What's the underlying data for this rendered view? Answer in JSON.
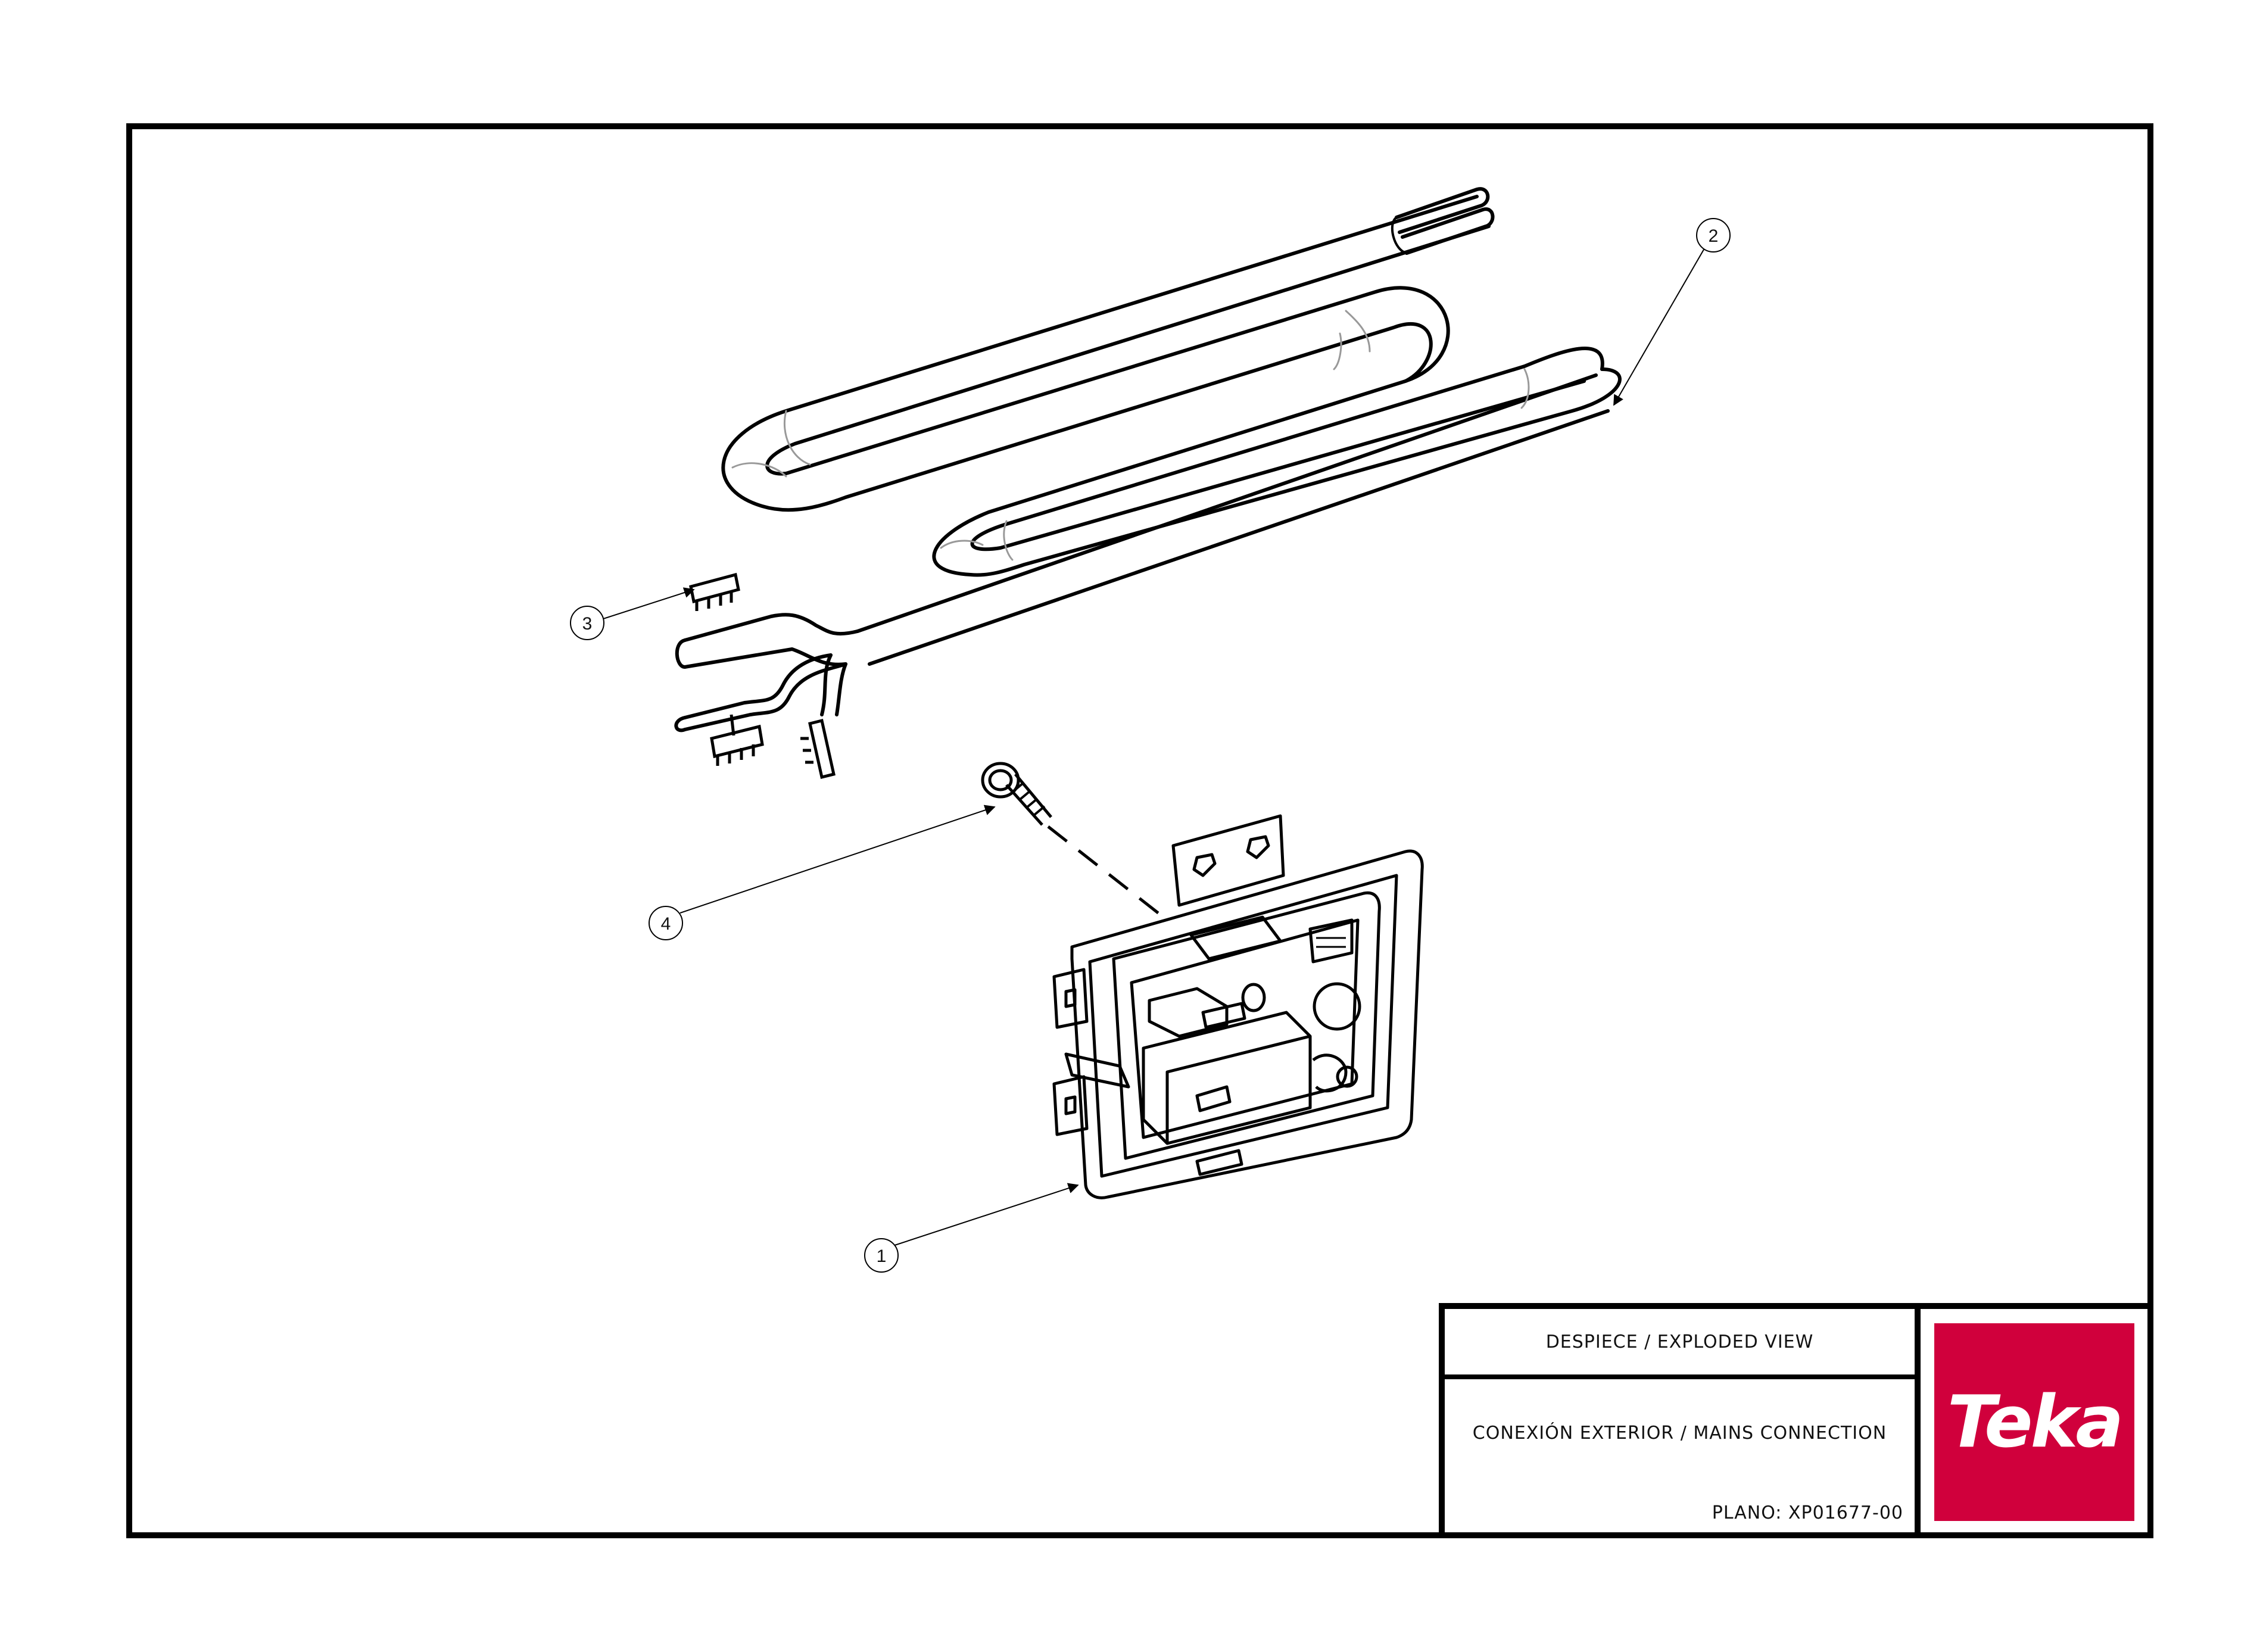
{
  "title_block": {
    "title_1": "DESPIECE / EXPLODED VIEW",
    "title_2": "CONEXIÓN EXTERIOR / MAINS CONNECTION",
    "plano": "PLANO: XP01677-00"
  },
  "logo": {
    "text": "Teka",
    "color": "#d0003c"
  },
  "callouts": [
    {
      "id": "1",
      "label": "1"
    },
    {
      "id": "2",
      "label": "2"
    },
    {
      "id": "3",
      "label": "3"
    },
    {
      "id": "4",
      "label": "4"
    }
  ]
}
